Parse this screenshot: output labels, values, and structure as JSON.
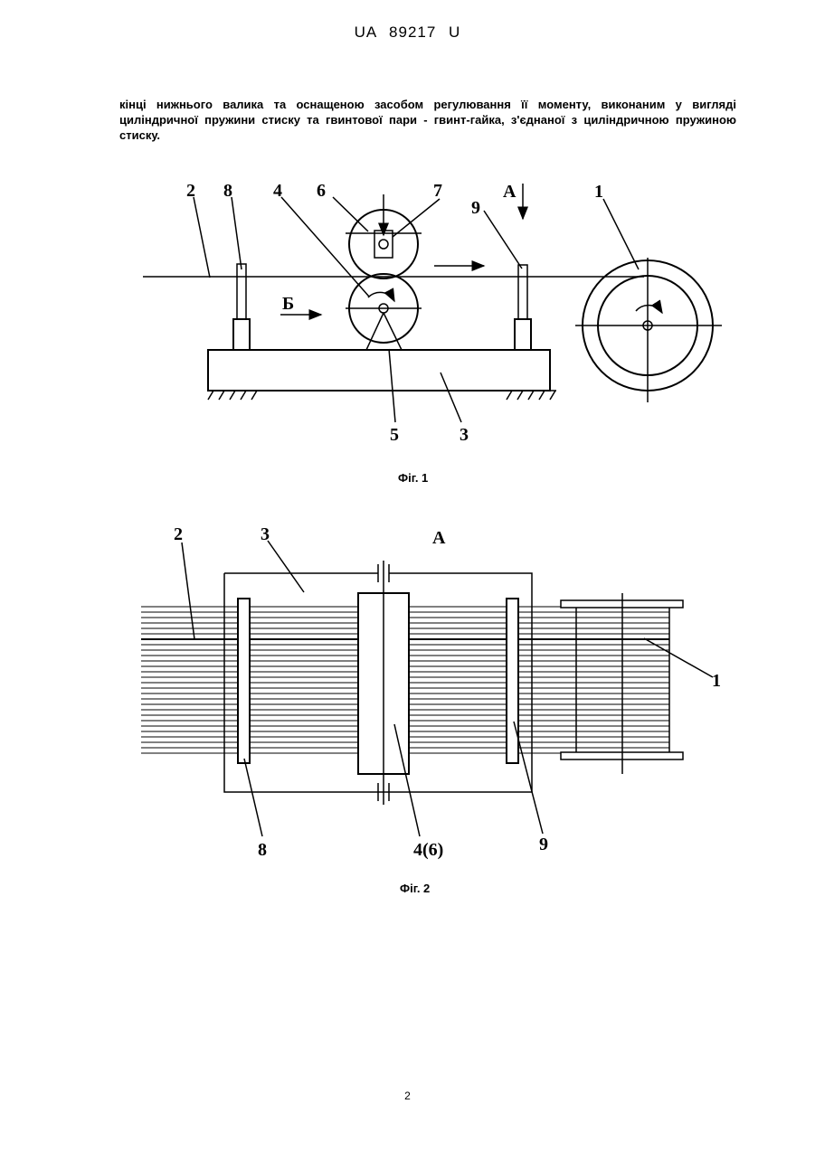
{
  "header": "UA 89217 U",
  "paragraph": "кінці нижнього валика та оснащеною засобом регулювання її моменту, виконаним у вигляді циліндричної пружини стиску та гвинтової пари - гвинт-гайка, з'єднаної з циліндричною пружиною стиску.",
  "fig1": {
    "caption": "Фіг. 1",
    "labels": {
      "l1": "1",
      "l2": "2",
      "l3": "3",
      "l4": "4",
      "l5": "5",
      "l6": "6",
      "l7": "7",
      "l8": "8",
      "l9": "9",
      "lA": "А",
      "lB": "Б"
    }
  },
  "fig2": {
    "caption": "Фіг. 2",
    "labels": {
      "l1": "1",
      "l2": "2",
      "l3": "3",
      "l46": "4(6)",
      "l8": "8",
      "l9": "9",
      "lA": "А"
    }
  },
  "page_number": "2"
}
